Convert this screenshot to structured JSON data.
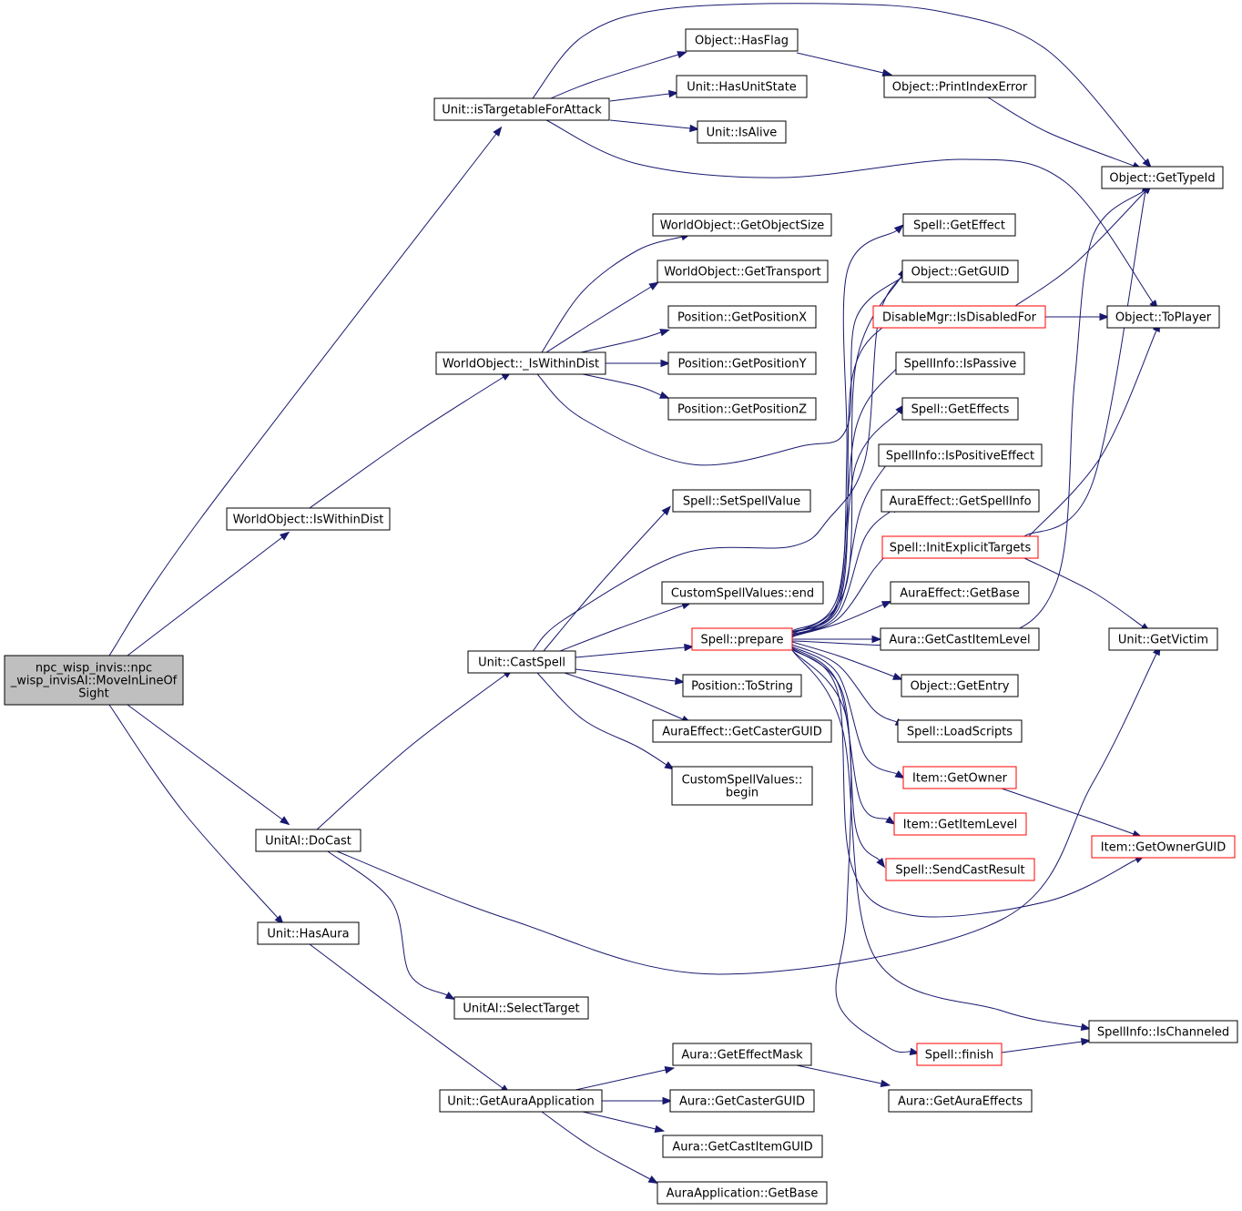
{
  "colors": {
    "edge": "#191970",
    "node_border": "#000000",
    "node_border_truncated": "#ff0000",
    "node_fill": "#ffffff",
    "root_fill": "#bfbfbf"
  },
  "nodes": [
    {
      "id": "root",
      "lines": [
        "npc_wisp_invis::npc",
        "_wisp_invisAI::MoveInLineOf",
        "Sight"
      ],
      "root": true
    },
    {
      "id": "isTargetable",
      "lines": [
        "Unit::isTargetableForAttack"
      ]
    },
    {
      "id": "hasFlag",
      "lines": [
        "Object::HasFlag"
      ]
    },
    {
      "id": "hasUnitState",
      "lines": [
        "Unit::HasUnitState"
      ]
    },
    {
      "id": "isAlive",
      "lines": [
        "Unit::IsAlive"
      ]
    },
    {
      "id": "printIndexError",
      "lines": [
        "Object::PrintIndexError"
      ]
    },
    {
      "id": "getTypeId",
      "lines": [
        "Object::GetTypeId"
      ]
    },
    {
      "id": "getObjectSize",
      "lines": [
        "WorldObject::GetObjectSize"
      ]
    },
    {
      "id": "getTransport",
      "lines": [
        "WorldObject::GetTransport"
      ]
    },
    {
      "id": "getPositionX",
      "lines": [
        "Position::GetPositionX"
      ]
    },
    {
      "id": "getPositionY",
      "lines": [
        "Position::GetPositionY"
      ]
    },
    {
      "id": "getPositionZ",
      "lines": [
        "Position::GetPositionZ"
      ]
    },
    {
      "id": "_isWithinDist",
      "lines": [
        "WorldObject::_IsWithinDist"
      ]
    },
    {
      "id": "isWithinDist",
      "lines": [
        "WorldObject::IsWithinDist"
      ]
    },
    {
      "id": "spellGetEffect",
      "lines": [
        "Spell::GetEffect"
      ]
    },
    {
      "id": "getGUID",
      "lines": [
        "Object::GetGUID"
      ]
    },
    {
      "id": "isDisabledFor",
      "lines": [
        "DisableMgr::IsDisabledFor"
      ],
      "truncated": true
    },
    {
      "id": "toPlayer",
      "lines": [
        "Object::ToPlayer"
      ]
    },
    {
      "id": "isPassive",
      "lines": [
        "SpellInfo::IsPassive"
      ]
    },
    {
      "id": "getEffects",
      "lines": [
        "Spell::GetEffects"
      ]
    },
    {
      "id": "isPositiveEffect",
      "lines": [
        "SpellInfo::IsPositiveEffect"
      ]
    },
    {
      "id": "setSpellValue",
      "lines": [
        "Spell::SetSpellValue"
      ]
    },
    {
      "id": "auraEffGetSpellInfo",
      "lines": [
        "AuraEffect::GetSpellInfo"
      ]
    },
    {
      "id": "initExplicitTargets",
      "lines": [
        "Spell::InitExplicitTargets"
      ],
      "truncated": true
    },
    {
      "id": "customEnd",
      "lines": [
        "CustomSpellValues::end"
      ]
    },
    {
      "id": "auraEffGetBase",
      "lines": [
        "AuraEffect::GetBase"
      ]
    },
    {
      "id": "getVictim",
      "lines": [
        "Unit::GetVictim"
      ]
    },
    {
      "id": "castSpell",
      "lines": [
        "Unit::CastSpell"
      ]
    },
    {
      "id": "prepare",
      "lines": [
        "Spell::prepare"
      ],
      "truncated": true
    },
    {
      "id": "getCastItemLevel",
      "lines": [
        "Aura::GetCastItemLevel"
      ]
    },
    {
      "id": "toString",
      "lines": [
        "Position::ToString"
      ]
    },
    {
      "id": "getEntry",
      "lines": [
        "Object::GetEntry"
      ]
    },
    {
      "id": "auraEffGetCasterGUID",
      "lines": [
        "AuraEffect::GetCasterGUID"
      ]
    },
    {
      "id": "loadScripts",
      "lines": [
        "Spell::LoadScripts"
      ]
    },
    {
      "id": "customBegin",
      "lines": [
        "CustomSpellValues::",
        "begin"
      ]
    },
    {
      "id": "itemGetOwner",
      "lines": [
        "Item::GetOwner"
      ],
      "truncated": true
    },
    {
      "id": "getItemLevel",
      "lines": [
        "Item::GetItemLevel"
      ],
      "truncated": true
    },
    {
      "id": "getOwnerGUID",
      "lines": [
        "Item::GetOwnerGUID"
      ],
      "truncated": true
    },
    {
      "id": "doCast",
      "lines": [
        "UnitAI::DoCast"
      ]
    },
    {
      "id": "sendCastResult",
      "lines": [
        "Spell::SendCastResult"
      ],
      "truncated": true
    },
    {
      "id": "hasAura",
      "lines": [
        "Unit::HasAura"
      ]
    },
    {
      "id": "selectTarget",
      "lines": [
        "UnitAI::SelectTarget"
      ]
    },
    {
      "id": "isChanneled",
      "lines": [
        "SpellInfo::IsChanneled"
      ]
    },
    {
      "id": "finish",
      "lines": [
        "Spell::finish"
      ],
      "truncated": true
    },
    {
      "id": "getEffectMask",
      "lines": [
        "Aura::GetEffectMask"
      ]
    },
    {
      "id": "getAuraApplication",
      "lines": [
        "Unit::GetAuraApplication"
      ]
    },
    {
      "id": "auraGetCasterGUID",
      "lines": [
        "Aura::GetCasterGUID"
      ]
    },
    {
      "id": "getAuraEffects",
      "lines": [
        "Aura::GetAuraEffects"
      ]
    },
    {
      "id": "getCastItemGUID",
      "lines": [
        "Aura::GetCastItemGUID"
      ]
    },
    {
      "id": "auraAppGetBase",
      "lines": [
        "AuraApplication::GetBase"
      ]
    }
  ],
  "edges": [
    [
      "root",
      "isTargetable"
    ],
    [
      "root",
      "isWithinDist"
    ],
    [
      "root",
      "doCast"
    ],
    [
      "root",
      "hasAura"
    ],
    [
      "isTargetable",
      "hasFlag"
    ],
    [
      "isTargetable",
      "hasUnitState"
    ],
    [
      "isTargetable",
      "isAlive"
    ],
    [
      "isTargetable",
      "getTypeId"
    ],
    [
      "isTargetable",
      "toPlayer"
    ],
    [
      "hasFlag",
      "printIndexError"
    ],
    [
      "printIndexError",
      "getTypeId"
    ],
    [
      "isWithinDist",
      "_isWithinDist"
    ],
    [
      "_isWithinDist",
      "getObjectSize"
    ],
    [
      "_isWithinDist",
      "getTransport"
    ],
    [
      "_isWithinDist",
      "getPositionX"
    ],
    [
      "_isWithinDist",
      "getPositionY"
    ],
    [
      "_isWithinDist",
      "getPositionZ"
    ],
    [
      "_isWithinDist",
      "getGUID"
    ],
    [
      "doCast",
      "castSpell"
    ],
    [
      "doCast",
      "selectTarget"
    ],
    [
      "doCast",
      "getVictim"
    ],
    [
      "castSpell",
      "setSpellValue"
    ],
    [
      "castSpell",
      "customEnd"
    ],
    [
      "castSpell",
      "prepare"
    ],
    [
      "castSpell",
      "toString"
    ],
    [
      "castSpell",
      "auraEffGetCasterGUID"
    ],
    [
      "castSpell",
      "customBegin"
    ],
    [
      "castSpell",
      "isDisabledFor"
    ],
    [
      "setSpellValue",
      "getGUID"
    ],
    [
      "isDisabledFor",
      "toPlayer"
    ],
    [
      "isDisabledFor",
      "getTypeId"
    ],
    [
      "prepare",
      "spellGetEffect"
    ],
    [
      "prepare",
      "getGUID"
    ],
    [
      "prepare",
      "isDisabledFor"
    ],
    [
      "prepare",
      "isPassive"
    ],
    [
      "prepare",
      "getEffects"
    ],
    [
      "prepare",
      "isPositiveEffect"
    ],
    [
      "prepare",
      "auraEffGetSpellInfo"
    ],
    [
      "prepare",
      "initExplicitTargets"
    ],
    [
      "prepare",
      "auraEffGetBase"
    ],
    [
      "prepare",
      "getCastItemLevel"
    ],
    [
      "prepare",
      "getEntry"
    ],
    [
      "prepare",
      "loadScripts"
    ],
    [
      "prepare",
      "itemGetOwner"
    ],
    [
      "prepare",
      "getItemLevel"
    ],
    [
      "prepare",
      "sendCastResult"
    ],
    [
      "prepare",
      "getOwnerGUID"
    ],
    [
      "prepare",
      "isChanneled"
    ],
    [
      "prepare",
      "finish"
    ],
    [
      "prepare",
      "getTypeId"
    ],
    [
      "initExplicitTargets",
      "getTypeId"
    ],
    [
      "initExplicitTargets",
      "toPlayer"
    ],
    [
      "initExplicitTargets",
      "getVictim"
    ],
    [
      "itemGetOwner",
      "getOwnerGUID"
    ],
    [
      "finish",
      "isChanneled"
    ],
    [
      "hasAura",
      "getAuraApplication"
    ],
    [
      "getAuraApplication",
      "getEffectMask"
    ],
    [
      "getAuraApplication",
      "auraGetCasterGUID"
    ],
    [
      "getAuraApplication",
      "getCastItemGUID"
    ],
    [
      "getAuraApplication",
      "auraAppGetBase"
    ],
    [
      "getEffectMask",
      "getAuraEffects"
    ]
  ]
}
